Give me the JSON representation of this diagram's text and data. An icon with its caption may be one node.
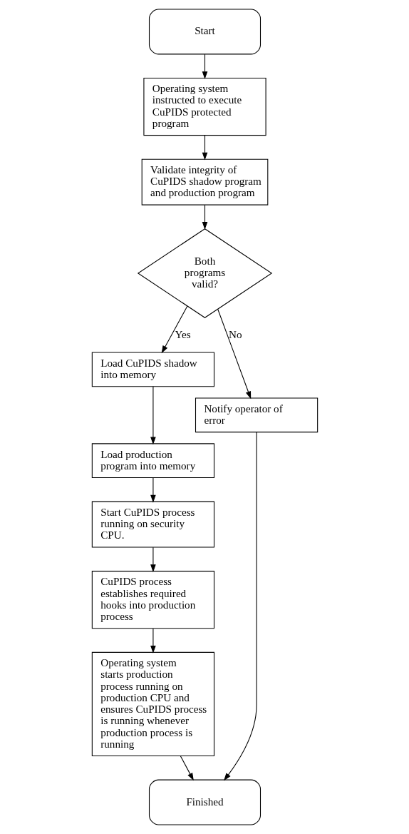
{
  "diagram": {
    "nodes": [
      {
        "text": [
          "Start"
        ]
      },
      {
        "text": [
          "Operating system instructed to execute CuPIDS protected program"
        ]
      },
      {
        "text": [
          "Validate integrity of CuPIDS shadow program and production program"
        ]
      },
      {
        "text": [
          "Both programs valid?"
        ]
      },
      {
        "text": [
          "Load CuPIDS shadow into memory"
        ]
      },
      {
        "text": [
          "Load production program into memory"
        ]
      },
      {
        "text": [
          "Start CuPIDS process running on security CPU."
        ]
      },
      {
        "text": [
          "Notify operator of error"
        ]
      },
      {
        "text": [
          "CuPIDS process establishes required hooks into production process"
        ]
      },
      {
        "text": [
          "Operating system starts production process running on production CPU and ensures CuPIDS process is running whenever production process is running"
        ]
      },
      {
        "text": [
          "Finished"
        ]
      }
    ],
    "edges": [
      {
        "from": 0,
        "to": 1,
        "arrow": "to"
      },
      {
        "from": 1,
        "to": 2,
        "arrow": "to"
      },
      {
        "from": 2,
        "to": 3,
        "arrow": "to"
      },
      {
        "from": 3,
        "to": 7,
        "arrow": "to",
        "label": "No"
      },
      {
        "from": 3,
        "to": 4,
        "arrow": "to",
        "label": "Yes"
      },
      {
        "from": 4,
        "to": 5,
        "arrow": "to"
      },
      {
        "from": 5,
        "to": 6,
        "arrow": "to"
      },
      {
        "from": 6,
        "to": 8,
        "arrow": "to"
      },
      {
        "from": 8,
        "to": 9,
        "arrow": "to"
      },
      {
        "from": 9,
        "to": 10,
        "arrow": "to"
      },
      {
        "from": 7,
        "to": 10,
        "arrow": "to"
      }
    ]
  }
}
